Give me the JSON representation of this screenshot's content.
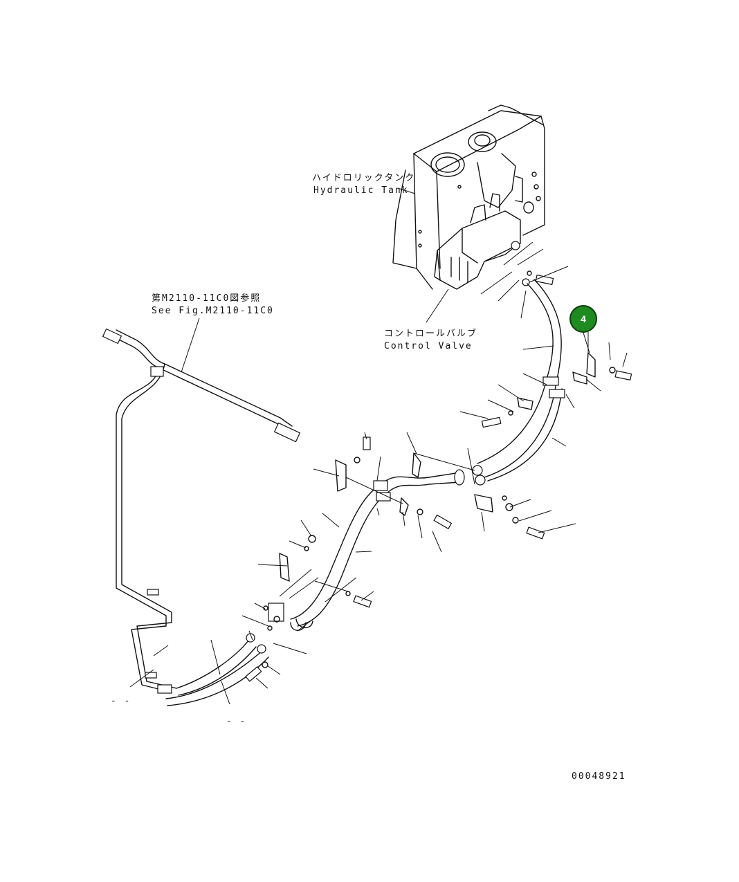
{
  "labels": {
    "hydraulic_tank_jp": "ハイドロリックタンク",
    "hydraulic_tank_en": "Hydraulic Tank",
    "control_valve_jp": "コントロールバルブ",
    "control_valve_en": "Control Valve",
    "see_fig_jp": "第M2110-11C0図参照",
    "see_fig_en": "See Fig.M2110-11C0",
    "dash_left": "- -",
    "dash_center": "- -",
    "drawing_number": "00048921"
  },
  "callout": {
    "number": "4",
    "color": "#1f8a1f"
  }
}
